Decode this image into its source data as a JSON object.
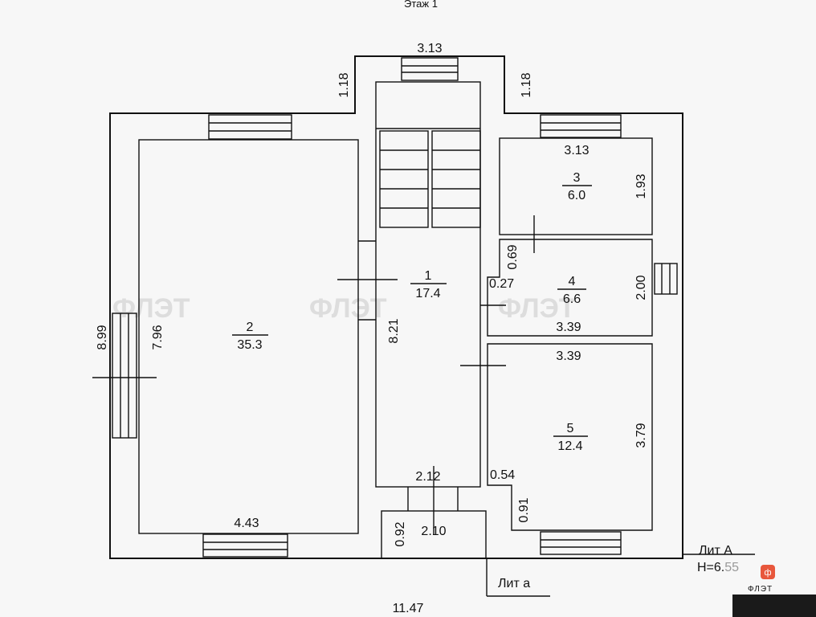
{
  "floor_title": "Этаж 1",
  "rooms": [
    {
      "number": "1",
      "area": "17.4"
    },
    {
      "number": "2",
      "area": "35.3"
    },
    {
      "number": "3",
      "area": "6.0"
    },
    {
      "number": "4",
      "area": "6.6"
    },
    {
      "number": "5",
      "area": "12.4"
    }
  ],
  "dimensions": {
    "stair_top_width": "3.13",
    "stair_left_depth": "1.18",
    "stair_right_depth": "1.18",
    "room3_width": "3.13",
    "room3_height": "1.93",
    "room4_small": "0.69",
    "room4_offset": "0.27",
    "room4_height": "2.00",
    "room4_width": "3.39",
    "room5_width": "3.39",
    "room5_height": "3.79",
    "room5_small": "0.54",
    "room5_bottom": "0.91",
    "room1_height": "8.21",
    "room1_bottom_width": "2.12",
    "room2_outer_height": "8.99",
    "room2_inner_height": "7.96",
    "room2_width": "4.43",
    "porch_height": "0.92",
    "porch_width": "2.10",
    "total_width": "11.47"
  },
  "labels": {
    "lit_big": "Лит А",
    "height_prefix": "H=6.",
    "height_suffix": "55",
    "lit_small": "Лит а"
  },
  "watermark": {
    "brand": "ФЛЭТ",
    "sm": "ФЛЭТ"
  },
  "colors": {
    "logo": "#e8573c"
  }
}
